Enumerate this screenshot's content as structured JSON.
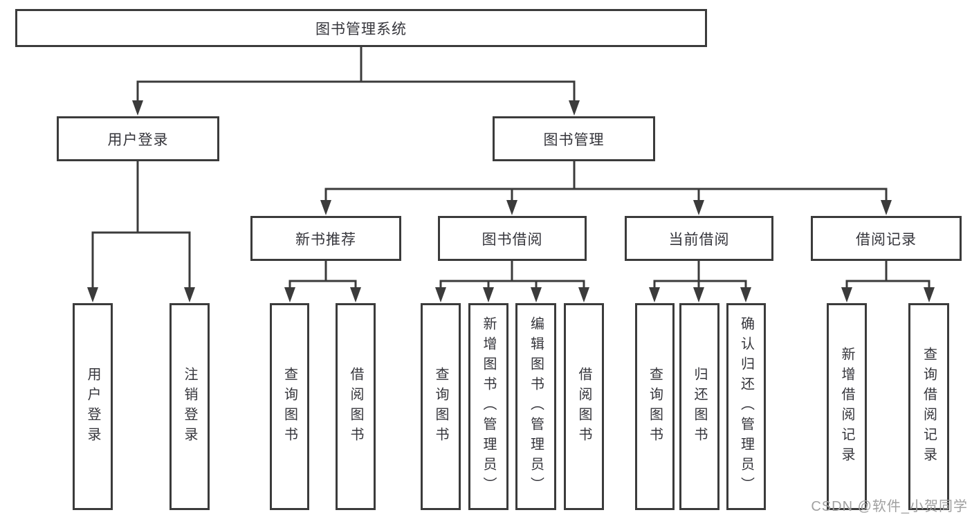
{
  "diagram": {
    "root": "图书管理系统",
    "level2": {
      "user_login": "用户登录",
      "book_mgmt": "图书管理"
    },
    "level3": {
      "new_book_rec": "新书推荐",
      "book_borrow": "图书借阅",
      "current_borrow": "当前借阅",
      "borrow_record": "借阅记录"
    },
    "leaves": {
      "user_login": [
        "用户登录",
        "注销登录"
      ],
      "new_book_rec": [
        "查询图书",
        "借阅图书"
      ],
      "book_borrow": [
        "查询图书",
        "新增图书（管理员）",
        "编辑图书（管理员）",
        "借阅图书"
      ],
      "current_borrow": [
        "查询图书",
        "归还图书",
        "确认归还（管理员）"
      ],
      "borrow_record": [
        "新增借阅记录",
        "查询借阅记录"
      ]
    },
    "watermark": "CSDN @软件_小贺同学",
    "colors": {
      "line": "#3b3b3b",
      "text": "#35353b",
      "watermark": "#a0a0a0",
      "background": "#ffffff"
    }
  }
}
